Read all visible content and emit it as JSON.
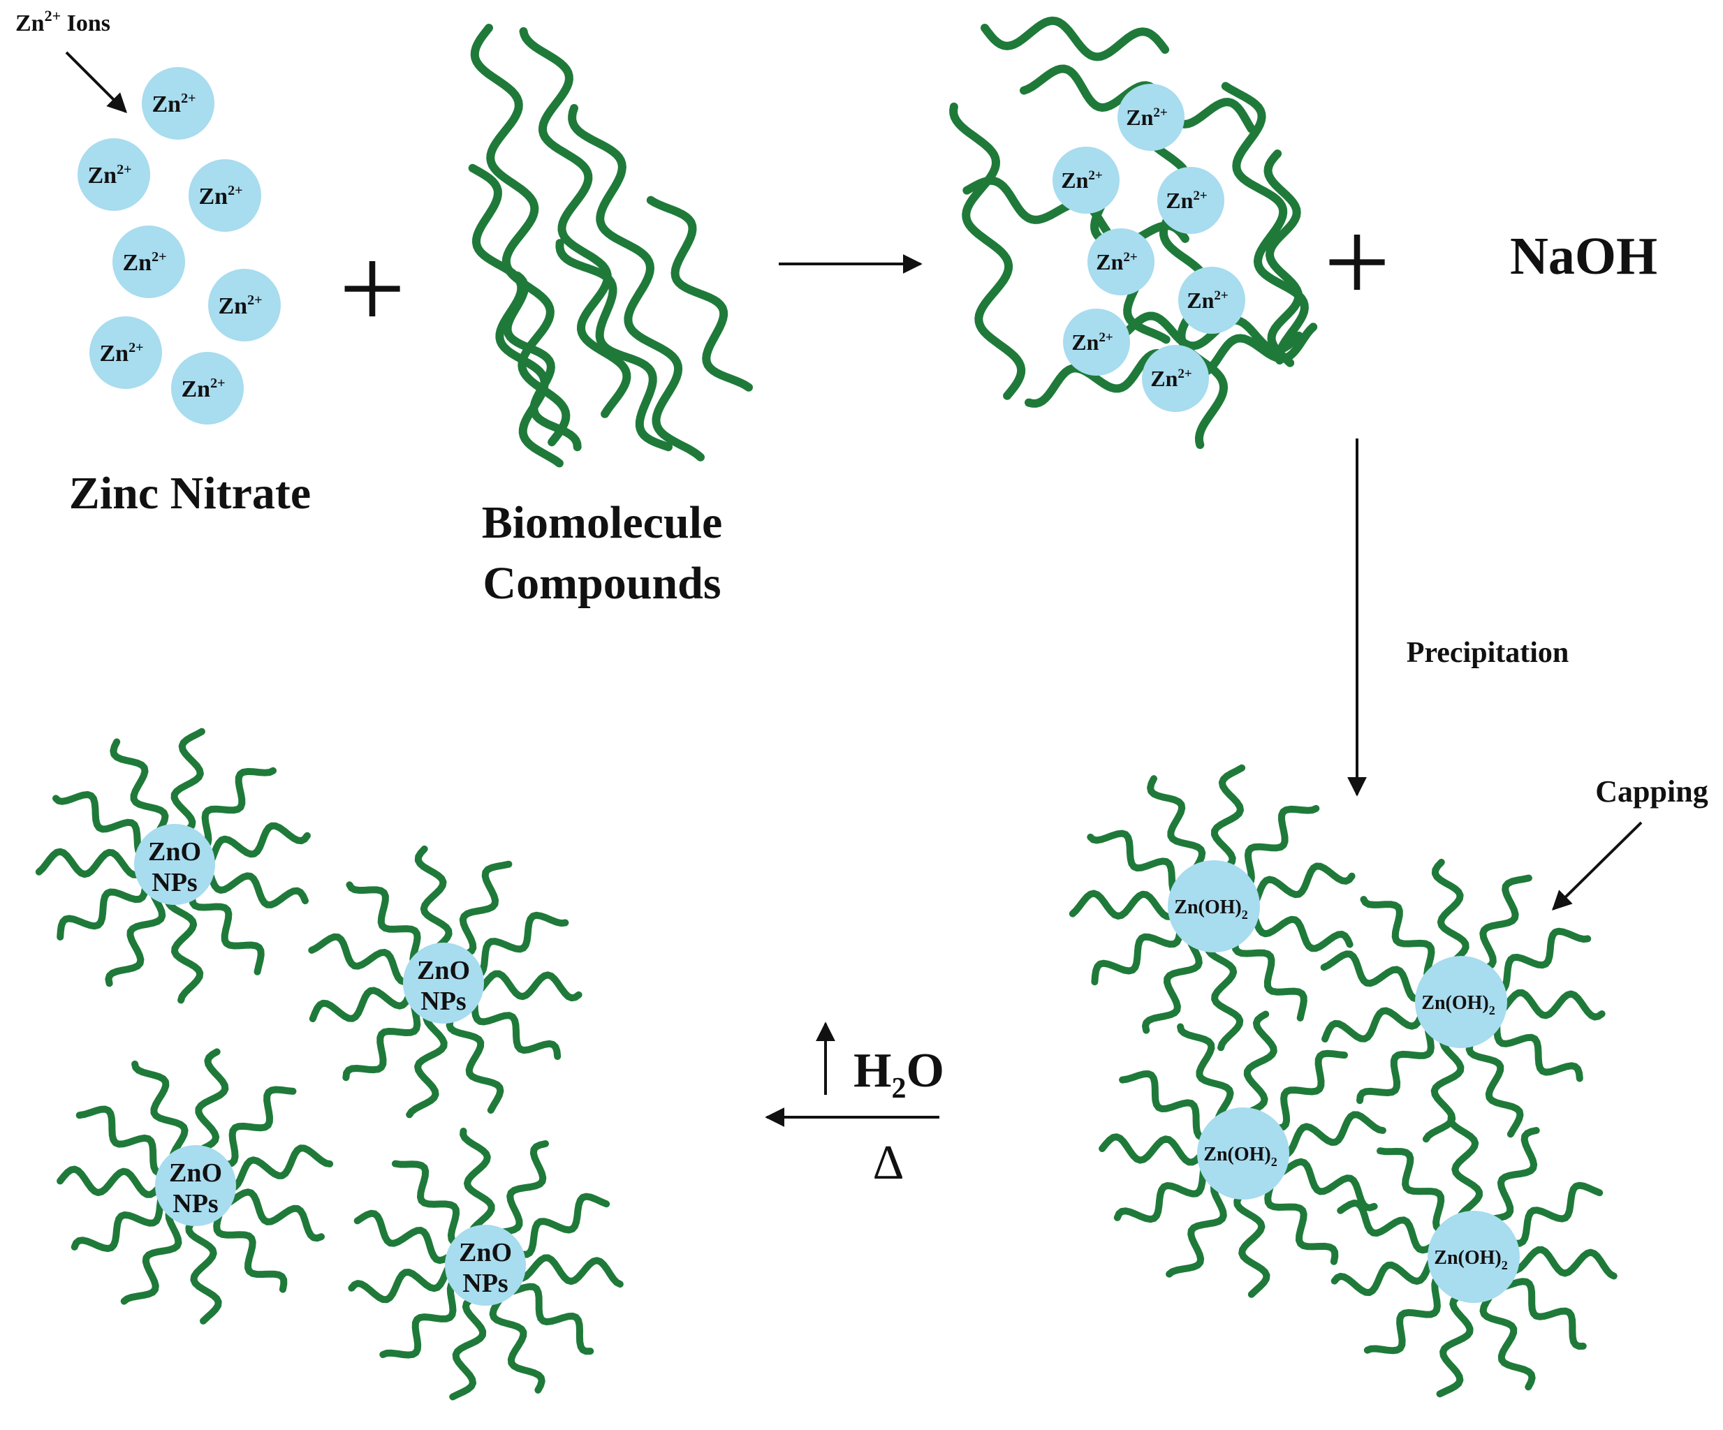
{
  "colors": {
    "ion_fill": "#a8dcef",
    "biomolecule": "#1f7a3a",
    "text": "#111111",
    "arrow": "#111111"
  },
  "zinc_nitrate": {
    "ions_callout": {
      "base": "Zn",
      "sup": "2+",
      "suffix": " Ions"
    },
    "ion_label": {
      "base": "Zn",
      "sup": "2+"
    },
    "ion_count": 7,
    "title": "Zinc Nitrate"
  },
  "plus_symbol": "+",
  "biomolecule": {
    "title_line1": "Biomolecule",
    "title_line2": "Compounds"
  },
  "complex": {
    "ion_label": {
      "base": "Zn",
      "sup": "2+"
    },
    "ion_count": 7
  },
  "naoh": {
    "label": "NaOH"
  },
  "precipitation": {
    "label": "Precipitation"
  },
  "capping": {
    "label": "Capping"
  },
  "zn_oh2": {
    "base": "Zn(OH)",
    "sub": "2",
    "particle_count": 4
  },
  "heating": {
    "h2o_base": "H",
    "h2o_sub": "2",
    "h2o_tail": "O",
    "delta": "Δ"
  },
  "zno": {
    "line1": "ZnO",
    "line2": "NPs",
    "particle_count": 4
  }
}
